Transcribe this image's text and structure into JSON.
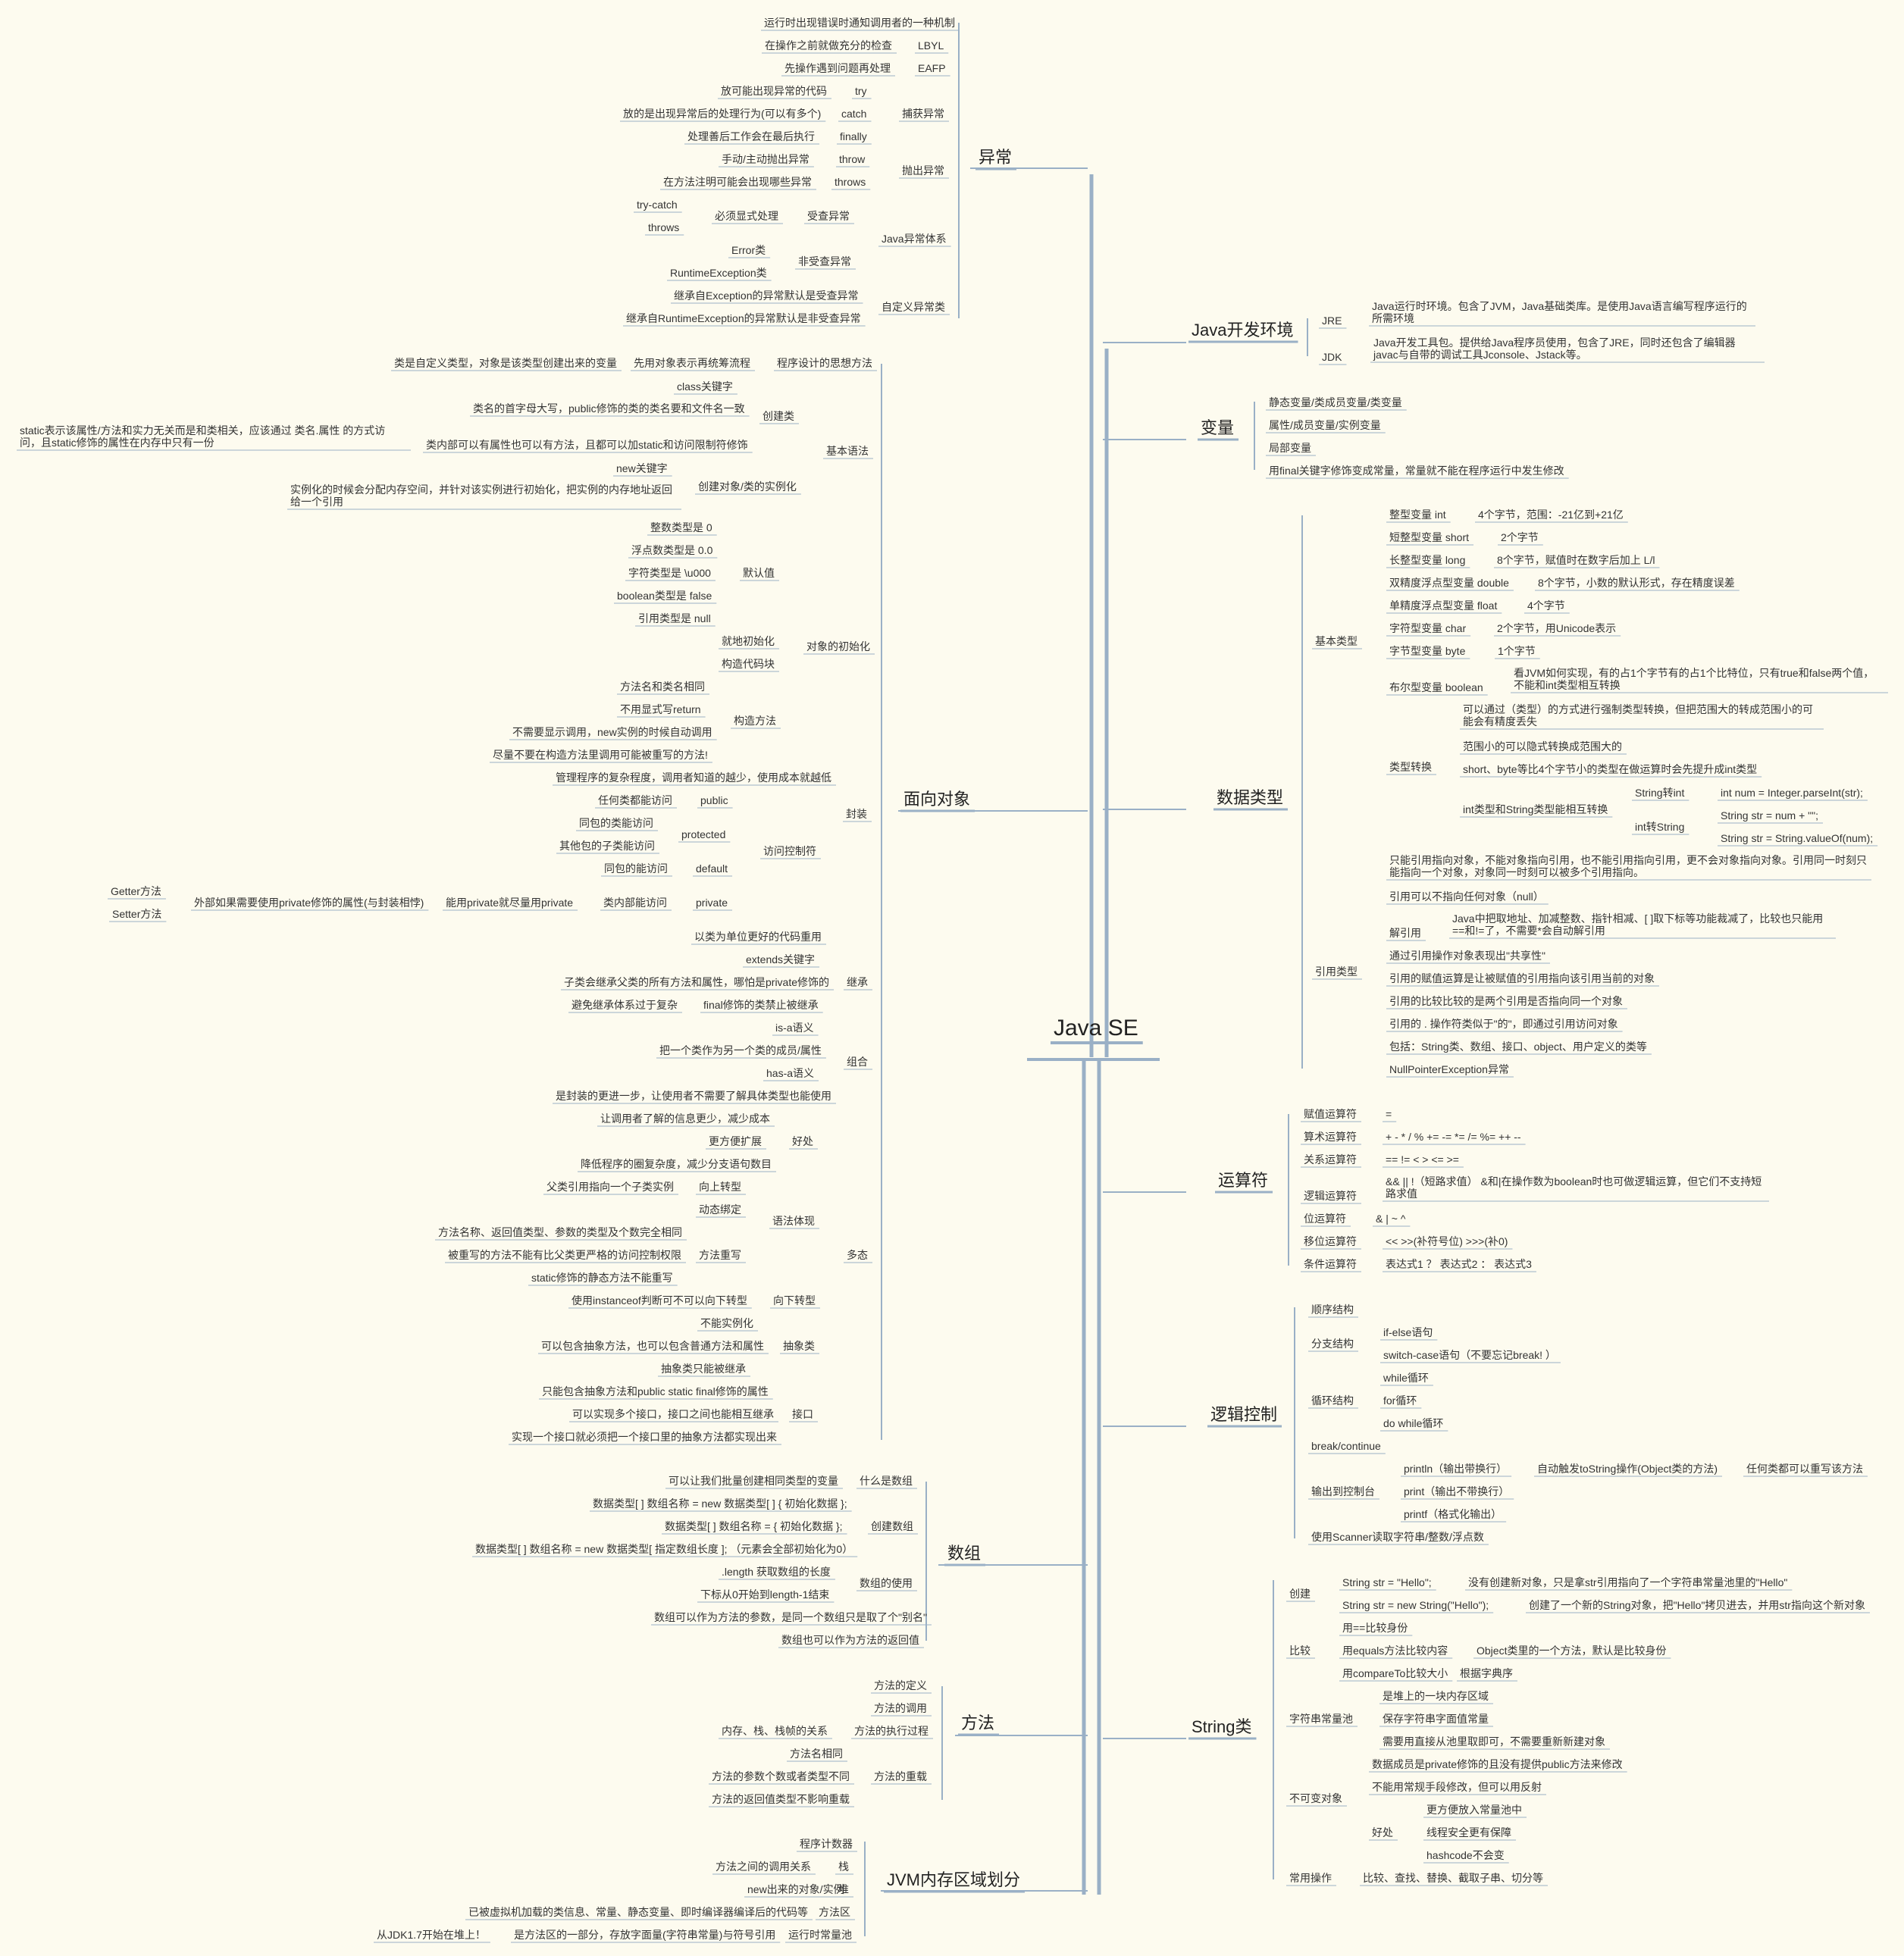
{
  "colors": {
    "background": "#fdfbef",
    "line": "#9ab0c6",
    "text": "#333333"
  },
  "root": "Java SE",
  "main": {
    "exception": "异常",
    "oop": "面向对象",
    "array": "数组",
    "method": "方法",
    "jvm": "JVM内存区域划分",
    "env": "Java开发环境",
    "variable": "变量",
    "datatype": "数据类型",
    "operator": "运算符",
    "logic": "逻辑控制",
    "string": "String类"
  },
  "exception": {
    "intro": "运行时出现错误时通知调用者的一种机制",
    "lbyl": "LBYL",
    "lbyl_desc": "在操作之前就做充分的检查",
    "eafp": "EAFP",
    "eafp_desc": "先操作遇到问题再处理",
    "catch_group": "捕获异常",
    "try": "try",
    "try_desc": "放可能出现异常的代码",
    "catch": "catch",
    "catch_desc": "放的是出现异常后的处理行为(可以有多个)",
    "finally": "finally",
    "finally_desc": "处理善后工作会在最后执行",
    "throw_group": "抛出异常",
    "throw": "throw",
    "throw_desc": "手动/主动抛出异常",
    "throws": "throws",
    "throws_desc": "在方法注明可能会出现哪些异常",
    "system": "Java异常体系",
    "checked": "受查异常",
    "checked_desc": "必须显式处理",
    "trycatch": "try-catch",
    "throws2": "throws",
    "unchecked": "非受查异常",
    "error": "Error类",
    "rte": "RuntimeException类",
    "custom": "自定义异常类",
    "custom1": "继承自Exception的异常默认是受查异常",
    "custom2": "继承自RuntimeException的异常默认是非受查异常"
  },
  "oop": {
    "basic": "基本语法",
    "thought": "程序设计的思想方法",
    "thought1": "先用对象表示再统筹流程",
    "thought2": "类是自定义类型，对象是该类型创建出来的变量",
    "create_class": "创建类",
    "cls_kw": "class关键字",
    "cls_name": "类名的首字母大写，public修饰的类的类名要和文件名一致",
    "cls_members": "类内部可以有属性也可以有方法，且都可以加static和访问限制符修饰",
    "static_desc": "static表示该属性/方法和实力无关而是和类相关，应该通过 类名.属性 的方式访问，且static修饰的属性在内存中只有一份",
    "create_obj": "创建对象/类的实例化",
    "new_kw": "new关键字",
    "new_desc": "实例化的时候会分配内存空间，并针对该实例进行初始化，把实例的内存地址返回给一个引用",
    "init": "对象的初始化",
    "default": "默认值",
    "d_int": "整数类型是 0",
    "d_float": "浮点数类型是 0.0",
    "d_char": "字符类型是 \\u000",
    "d_bool": "boolean类型是 false",
    "d_ref": "引用类型是 null",
    "inplace": "就地初始化",
    "block": "构造代码块",
    "ctor": "构造方法",
    "ctor1": "方法名和类名相同",
    "ctor2": "不用显式写return",
    "ctor3": "不需要显示调用，new实例的时候自动调用",
    "ctor4": "尽量不要在构造方法里调用可能被重写的方法!",
    "encap": "封装",
    "encap_desc": "管理程序的复杂程度，调用者知道的越少，使用成本就越低",
    "access": "访问控制符",
    "public": "public",
    "public_desc": "任何类都能访问",
    "protected": "protected",
    "prot1": "同包的类能访问",
    "prot2": "其他包的子类能访问",
    "default_mod": "default",
    "default_desc": "同包的能访问",
    "private": "private",
    "private_desc": "类内部能访问",
    "private_only": "能用private就尽量用private",
    "getset": "外部如果需要使用private修饰的属性(与封装相悖)",
    "getter": "Getter方法",
    "setter": "Setter方法",
    "inherit": "继承",
    "inh1": "以类为单位更好的代码重用",
    "inh2": "extends关键字",
    "inh3": "子类会继承父类的所有方法和属性，哪怕是private修饰的",
    "inh4": "final修饰的类禁止被继承",
    "inh4_desc": "避免继承体系过于复杂",
    "inh5": "is-a语义",
    "compose": "组合",
    "comp1": "把一个类作为另一个类的成员/属性",
    "comp2": "has-a语义",
    "poly": "多态",
    "poly1": "是封装的更进一步，让使用者不需要了解具体类型也能使用",
    "benefit": "好处",
    "ben1": "让调用者了解的信息更少，减少成本",
    "ben2": "更方便扩展",
    "ben3": "降低程序的圈复杂度，减少分支语句数目",
    "syntax": "语法体现",
    "upcast": "向上转型",
    "upcast_desc": "父类引用指向一个子类实例",
    "dyn": "动态绑定",
    "override": "方法重写",
    "ov1": "方法名称、返回值类型、参数的类型及个数完全相同",
    "ov2": "被重写的方法不能有比父类更严格的访问控制权限",
    "ov3": "static修饰的静态方法不能重写",
    "downcast": "向下转型",
    "downcast_desc": "使用instanceof判断可不可以向下转型",
    "abstract": "抽象类",
    "abs1": "不能实例化",
    "abs2": "可以包含抽象方法，也可以包含普通方法和属性",
    "abs3": "抽象类只能被继承",
    "iface": "接口",
    "if1": "只能包含抽象方法和public static final修饰的属性",
    "if2": "可以实现多个接口，接口之间也能相互继承",
    "if3": "实现一个接口就必须把一个接口里的抽象方法都实现出来"
  },
  "array": {
    "what": "什么是数组",
    "what_desc": "可以让我们批量创建相同类型的变量",
    "create": "创建数组",
    "c1": "数据类型[ ] 数组名称 = new 数据类型[ ] { 初始化数据 };",
    "c2": "数据类型[ ] 数组名称 = { 初始化数据 };",
    "c3": "数据类型[ ] 数组名称 = new 数据类型[ 指定数组长度 ];  （元素会全部初始化为0）",
    "use": "数组的使用",
    "u1": ".length 获取数组的长度",
    "u2": "下标从0开始到length-1结束",
    "u3": "数组可以作为方法的参数，是同一个数组只是取了个\"别名\"",
    "u4": "数组也可以作为方法的返回值"
  },
  "method": {
    "def": "方法的定义",
    "call": "方法的调用",
    "exec": "方法的执行过程",
    "exec_desc": "内存、栈、栈帧的关系",
    "overload": "方法的重载",
    "ol1": "方法名相同",
    "ol2": "方法的参数个数或者类型不同",
    "ol3": "方法的返回值类型不影响重载"
  },
  "jvm": {
    "pc": "程序计数器",
    "stack": "栈",
    "stack_desc": "方法之间的调用关系",
    "heap": "堆",
    "heap_desc": "new出来的对象/实例",
    "method_area": "方法区",
    "ma_desc": "已被虚拟机加载的类信息、常量、静态变量、即时编译器编译后的代码等",
    "const_pool": "运行时常量池",
    "cp_desc": "是方法区的一部分，存放字面量(字符串常量)与符号引用",
    "cp_note": "从JDK1.7开始在堆上！"
  },
  "env": {
    "jre": "JRE",
    "jre_desc": "Java运行时环境。包含了JVM，Java基础类库。是使用Java语言编写程序运行的所需环境",
    "jdk": "JDK",
    "jdk_desc": "Java开发工具包。提供给Java程序员使用，包含了JRE，同时还包含了编辑器javac与自带的调试工具Jconsole、Jstack等。"
  },
  "variable": {
    "v1": "静态变量/类成员变量/类变量",
    "v2": "属性/成员变量/实例变量",
    "v3": "局部变量",
    "v4": "用final关键字修饰变成常量，常量就不能在程序运行中发生修改"
  },
  "datatype": {
    "basic": "基本类型",
    "int": "整型变量 int",
    "int_desc": "4个字节，范围：-21亿到+21亿",
    "short": "短整型变量 short",
    "short_desc": "2个字节",
    "long": "长整型变量 long",
    "long_desc": "8个字节，赋值时在数字后加上 L/l",
    "double": "双精度浮点型变量 double",
    "double_desc": "8个字节，小数的默认形式，存在精度误差",
    "float": "单精度浮点型变量 float",
    "float_desc": "4个字节",
    "char": "字符型变量 char",
    "char_desc": "2个字节，用Unicode表示",
    "byte": "字节型变量 byte",
    "byte_desc": "1个字节",
    "boolean": "布尔型变量 boolean",
    "boolean_desc": "看JVM如何实现，有的占1个字节有的占1个比特位，只有true和false两个值，不能和int类型相互转换",
    "conv": "类型转换",
    "conv1": "可以通过（类型）的方式进行强制类型转换，但把范围大的转成范围小的可能会有精度丢失",
    "conv2": "范围小的可以隐式转换成范围大的",
    "conv3": "short、byte等比4个字节小的类型在做运算时会先提升成int类型",
    "conv4": "int类型和String类型能相互转换",
    "s2i": "String转int",
    "s2i_code": "int num = Integer.parseInt(str);",
    "i2s": "int转String",
    "i2s_code1": "String str = num + \"\";",
    "i2s_code2": "String str = String.valueOf(num);",
    "ref": "引用类型",
    "r1": "只能引用指向对象，不能对象指向引用，也不能引用指向引用，更不会对象指向对象。引用同一时刻只能指向一个对象，对象同一时刻可以被多个引用指向。",
    "r2": "引用可以不指向任何对象（null）",
    "deref": "解引用",
    "deref_desc": "Java中把取地址、加减整数、指针相减、[ ]取下标等功能裁减了，比较也只能用==和!=了，不需要*会自动解引用",
    "r3": "通过引用操作对象表现出\"共享性\"",
    "r4": "引用的赋值运算是让被赋值的引用指向该引用当前的对象",
    "r5": "引用的比较比较的是两个引用是否指向同一个对象",
    "r6": "引用的 . 操作符类似于\"的\"，即通过引用访问对象",
    "r7": "包括：String类、数组、接口、object、用户定义的类等",
    "r8": "NullPointerException异常"
  },
  "operator": {
    "assign": "赋值运算符",
    "assign_sym": "=",
    "arith": "算术运算符",
    "arith_sym": "+  -  *  /  %  +=  -=  *=  /=  %=  ++  --",
    "rel": "关系运算符",
    "rel_sym": "==  !=  <  >  <=  >=",
    "logic": "逻辑运算符",
    "logic_sym": "&&  ||  !（短路求值）  &和|在操作数为boolean时也可做逻辑运算，但它们不支持短路求值",
    "bit": "位运算符",
    "bit_sym": "&  |  ~  ^",
    "shift": "移位运算符",
    "shift_sym": "<<  >>(补符号位)  >>>(补0)",
    "cond": "条件运算符",
    "cond_sym": "表达式1 ？ 表达式2 ： 表达式3"
  },
  "logic": {
    "seq": "顺序结构",
    "branch": "分支结构",
    "ifelse": "if-else语句",
    "switch": "switch-case语句（不要忘记break! ）",
    "loop": "循环结构",
    "while": "while循环",
    "for": "for循环",
    "dowhile": "do while循环",
    "brk": "break/continue",
    "io": "输出到控制台",
    "println": "println（输出带换行）",
    "println_d1": "自动触发toString操作(Object类的方法)",
    "println_d2": "任何类都可以重写该方法",
    "print": "print（输出不带换行）",
    "printf": "printf（格式化输出）",
    "scanner": "使用Scanner读取字符串/整数/浮点数"
  },
  "string": {
    "create": "创建",
    "c1": "String str = \"Hello\";",
    "c1_desc": "没有创建新对象，只是拿str引用指向了一个字符串常量池里的\"Hello\"",
    "c2": "String str = new String(\"Hello\");",
    "c2_desc": "创建了一个新的String对象，把\"Hello\"拷贝进去，并用str指向这个新对象",
    "cmp": "比较",
    "cmp1": "用==比较身份",
    "cmp2": "用equals方法比较内容",
    "cmp2_desc": "Object类里的一个方法，默认是比较身份",
    "cmp3": "用compareTo比较大小",
    "cmp3_desc": "根据字典序",
    "pool": "字符串常量池",
    "p1": "是堆上的一块内存区域",
    "p2": "保存字符串字面值常量",
    "p3": "需要用直接从池里取即可，不需要重新新建对象",
    "immut": "不可变对象",
    "im1": "数据成员是private修饰的且没有提供public方法来修改",
    "im2": "不能用常规手段修改，但可以用反射",
    "benefit": "好处",
    "b1": "更方便放入常量池中",
    "b2": "线程安全更有保障",
    "b3": "hashcode不会变",
    "ops": "常用操作",
    "ops_desc": "比较、查找、替换、截取子串、切分等"
  }
}
